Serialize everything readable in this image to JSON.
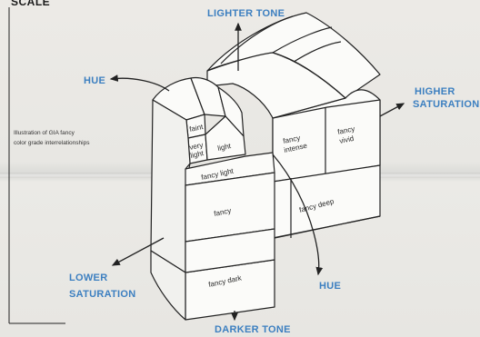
{
  "header": {
    "partial_title": "SCALE"
  },
  "caption": {
    "line1": "Illustration of GIA fancy",
    "line2": "color grade interrelationships"
  },
  "axes": {
    "lighter_tone": "LIGHTER TONE",
    "darker_tone": "DARKER TONE",
    "hue_top": "HUE",
    "hue_bottom": "HUE",
    "higher_saturation_1": "HIGHER",
    "higher_saturation_2": "SATURATION",
    "lower_saturation_1": "LOWER",
    "lower_saturation_2": "SATURATION"
  },
  "grades": {
    "faint": "faint",
    "very_light_1": "very",
    "very_light_2": "light",
    "light": "light",
    "fancy_light": "fancy light",
    "fancy": "fancy",
    "fancy_intense_1": "fancy",
    "fancy_intense_2": "intense",
    "fancy_vivid_1": "fancy",
    "fancy_vivid_2": "vivid",
    "fancy_deep": "fancy deep",
    "fancy_dark": "fancy dark"
  },
  "colors": {
    "axis_label": "#3c7fc0",
    "line": "#222222",
    "paper": "#e9e8e4"
  }
}
